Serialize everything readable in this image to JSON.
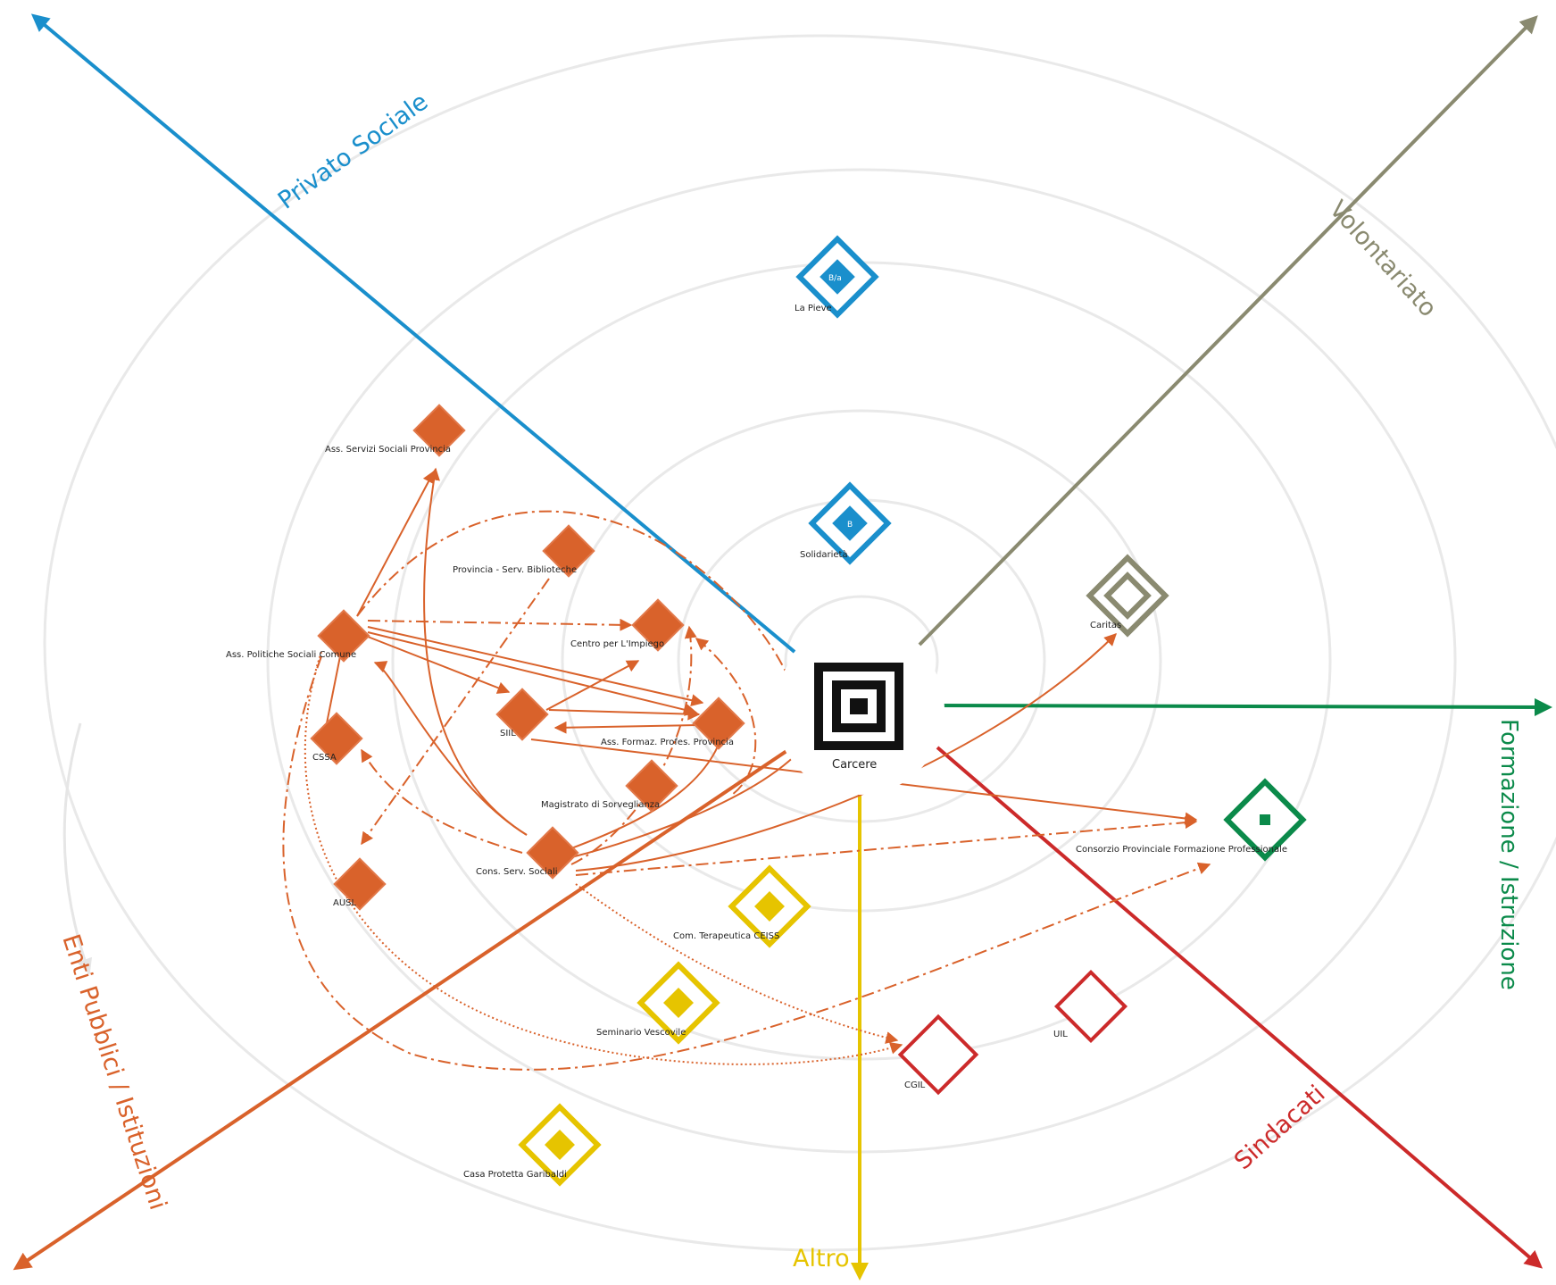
{
  "colors": {
    "privato_sociale": "#1a8fcc",
    "volontariato": "#8a8a70",
    "formazione": "#0b8a4a",
    "sindacati": "#cc2a2a",
    "altro": "#e6c400",
    "enti_pubblici": "#d9622b"
  },
  "axes": {
    "privato_sociale": "Privato Sociale",
    "volontariato": "Volontariato",
    "formazione": "Formazione / Istruzione",
    "sindacati": "Sindacati",
    "altro": "Altro",
    "enti_pubblici": "Enti Pubblici / Istituzioni"
  },
  "center": {
    "label": "Carcere"
  },
  "nodes": {
    "la_pieve": {
      "label": "La Pieve",
      "badge": "B/a",
      "group": "privato_sociale"
    },
    "solidarieta": {
      "label": "Solidarietà",
      "badge": "B",
      "group": "privato_sociale"
    },
    "caritas": {
      "label": "Caritas",
      "group": "volontariato"
    },
    "consorzio": {
      "label": "Consorzio Provinciale Formazione Professionale",
      "group": "formazione"
    },
    "uil": {
      "label": "UIL",
      "group": "sindacati"
    },
    "cgil": {
      "label": "CGIL",
      "group": "sindacati"
    },
    "ceiss": {
      "label": "Com. Terapeutica CEISS",
      "group": "altro"
    },
    "seminario": {
      "label": "Seminario Vescovile",
      "group": "altro"
    },
    "casa_protetta": {
      "label": "Casa Protetta Garibaldi",
      "group": "altro"
    },
    "ass_serv_soc_prov": {
      "label": "Ass. Servizi Sociali Provincia",
      "group": "enti_pubblici"
    },
    "prov_bibl": {
      "label": "Provincia - Serv. Biblioteche",
      "group": "enti_pubblici"
    },
    "ass_pol_soc": {
      "label": "Ass. Politiche Sociali Comune",
      "group": "enti_pubblici"
    },
    "centro_impiego": {
      "label": "Centro per L'Impiego",
      "group": "enti_pubblici"
    },
    "siil": {
      "label": "SIIL",
      "group": "enti_pubblici"
    },
    "ass_formaz": {
      "label": "Ass. Formaz. Profes. Provincia",
      "group": "enti_pubblici"
    },
    "cssa": {
      "label": "CSSA",
      "group": "enti_pubblici"
    },
    "magistrato": {
      "label": "Magistrato di Sorveglianza",
      "group": "enti_pubblici"
    },
    "cons_serv_soc": {
      "label": "Cons. Serv. Sociali",
      "group": "enti_pubblici"
    },
    "ausl": {
      "label": "AUSL",
      "group": "enti_pubblici"
    }
  }
}
